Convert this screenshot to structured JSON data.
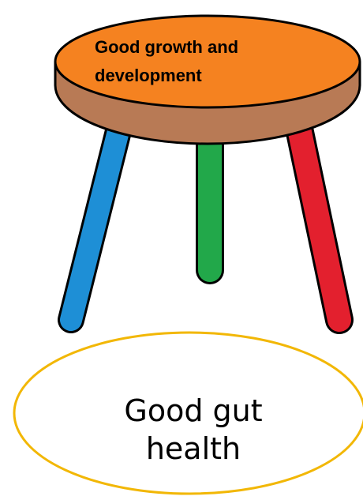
{
  "seat": {
    "line1": "Good growth and",
    "line2": "development",
    "top_color": "#F58220",
    "rim_color": "#B87A55"
  },
  "legs": [
    {
      "color": "#1E8FD6"
    },
    {
      "color": "#22A84A"
    },
    {
      "color": "#E3202E"
    }
  ],
  "base": {
    "line1": "Good gut",
    "line2": "health",
    "outline_color": "#F2B705"
  }
}
